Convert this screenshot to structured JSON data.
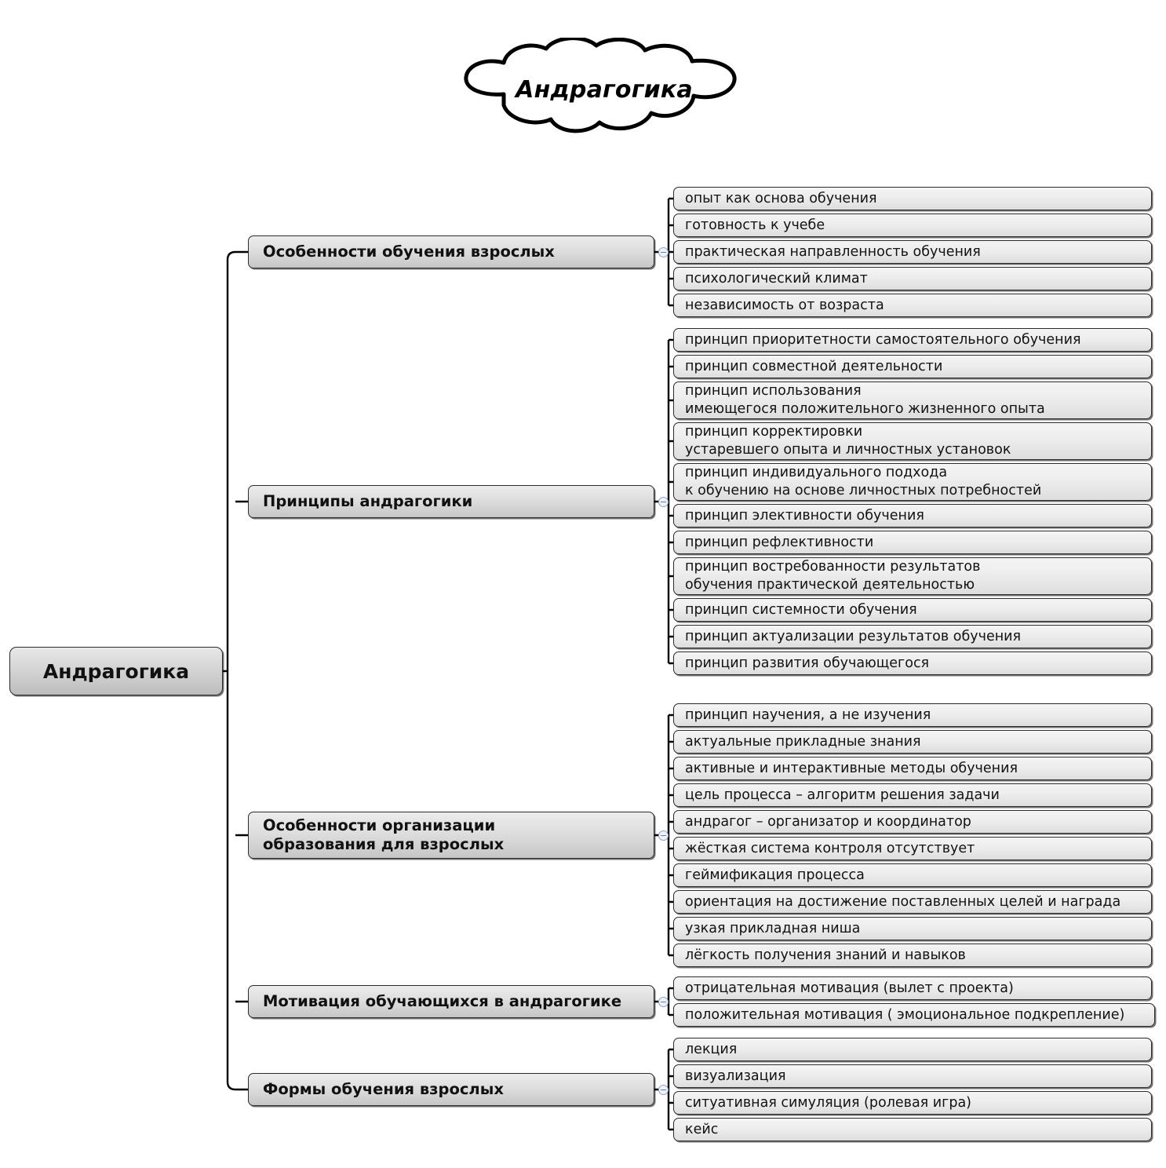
{
  "diagram": {
    "title": "Андрагогика",
    "cloud_label": "Андрагогика",
    "root_label": "Андрагогика",
    "colors": {
      "node_fill_top": "#f3f3f3",
      "node_fill_bottom": "#dcdcdc",
      "node_border": "#2b2b2b",
      "root_fill": "#bdbdbd",
      "branch_fill": "#c6c6c6",
      "text": "#111111",
      "toggle_accent": "#8fa3c8",
      "background": "#ffffff"
    },
    "icons": {
      "collapse_toggle": "minus-circle-icon",
      "cloud": "cloud-shape-icon"
    },
    "branches": [
      {
        "id": "osobennosti-obucheniya-vzroslyh",
        "label": "Особенности обучения взрослых",
        "leaves": [
          "опыт как основа обучения",
          "готовность к учебе",
          "практическая направленность обучения",
          "психологический климат",
          "независимость от возраста"
        ]
      },
      {
        "id": "principy-andragogiki",
        "label": "Принципы андрагогики",
        "leaves": [
          "принцип приоритетности самостоятельного обучения",
          "принцип совместной деятельности",
          "принцип использования\nимеющегося положительного жизненного опыта",
          "принцип корректировки\nустаревшего опыта и личностных установок",
          "принцип индивидуального подхода\nк обучению на основе личностных потребностей",
          "принцип элективности обучения",
          "принцип рефлективности",
          "принцип востребованности результатов\nобучения практической деятельностью",
          "принцип системности обучения",
          "принцип актуализации результатов обучения",
          "принцип развития обучающегося"
        ]
      },
      {
        "id": "osobennosti-organizacii-obrazovaniya",
        "label": "Особенности организации\nобразования для взрослых",
        "leaves": [
          "принцип научения, а не изучения",
          "актуальные прикладные знания",
          "активные и интерактивные методы обучения",
          "цель процесса – алгоритм решения задачи",
          "андрагог – организатор и координатор",
          "жёсткая система контроля отсутствует",
          "геймификация процесса",
          "ориентация на достижение поставленных целей и награда",
          "узкая прикладная ниша",
          "лёгкость получения знаний и навыков"
        ]
      },
      {
        "id": "motivaciya-obuchayushihsya",
        "label": "Мотивация обучающихся в андрагогике",
        "leaves": [
          "отрицательная мотивация (вылет с проекта)",
          "положительная мотивация ( эмоциональное подкрепление)"
        ]
      },
      {
        "id": "formy-obucheniya-vzroslyh",
        "label": "Формы обучения взрослых",
        "leaves": [
          "лекция",
          "визуализация",
          "ситуативная симуляция (ролевая игра)",
          "кейс"
        ]
      }
    ]
  }
}
